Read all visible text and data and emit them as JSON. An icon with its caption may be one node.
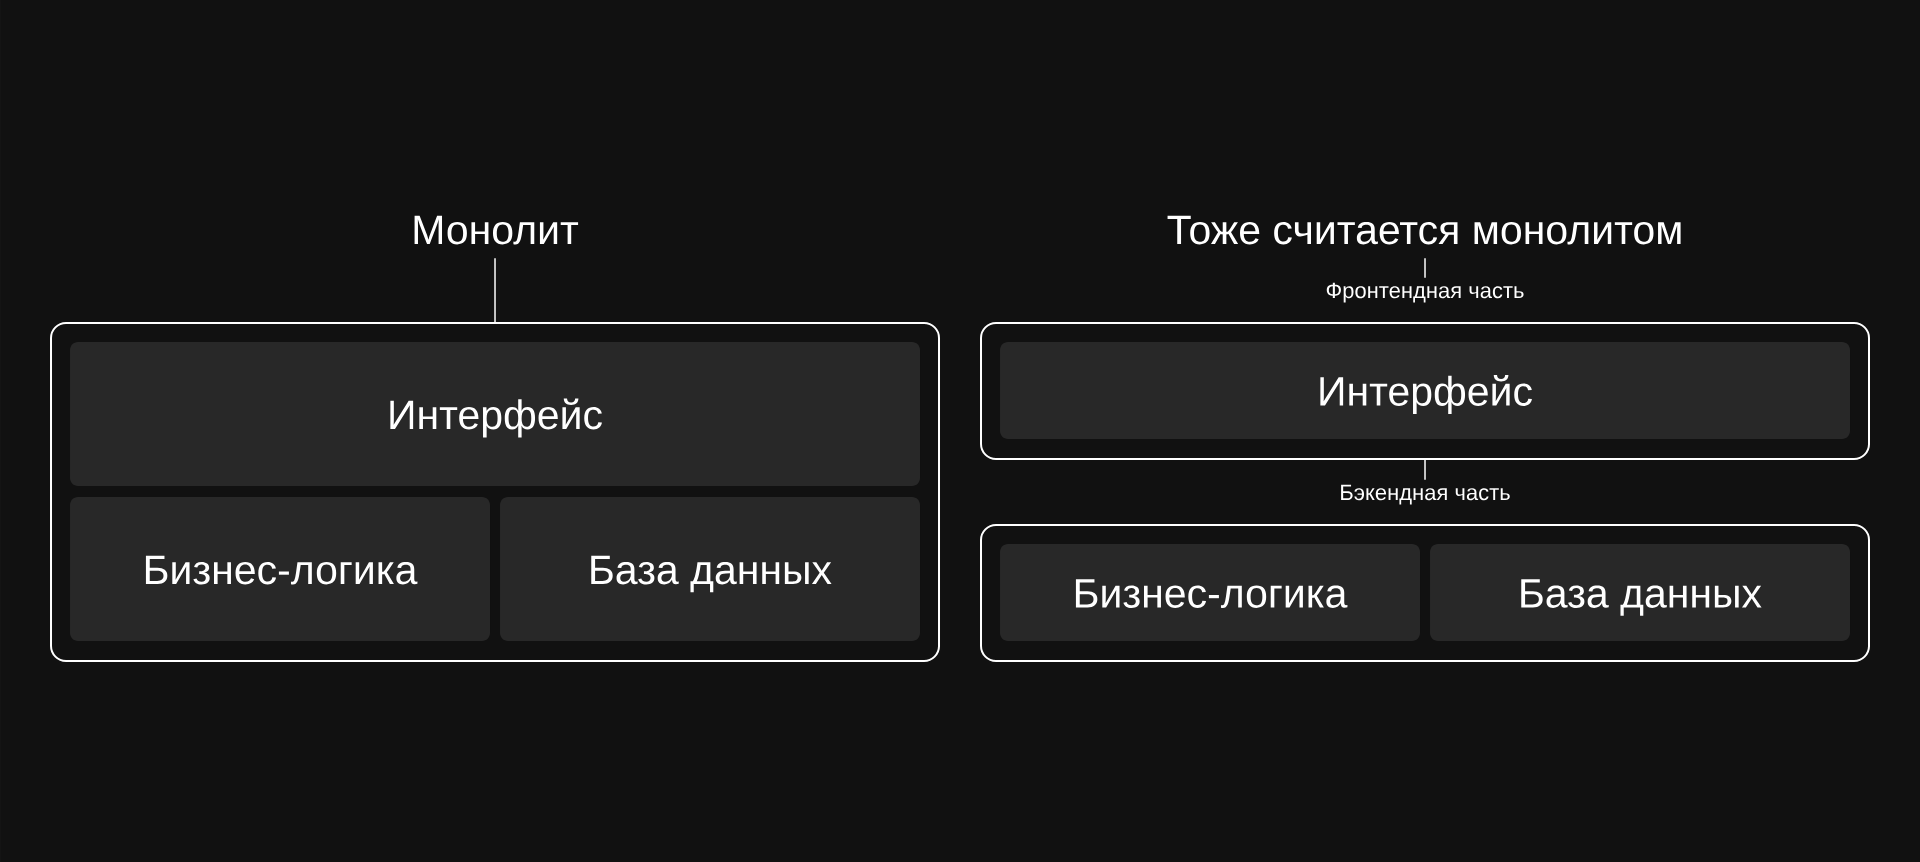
{
  "diagram": {
    "nodes": [
      {
        "text": [
          "Монолит"
        ]
      },
      {
        "text": [],
        "shape": "box"
      },
      {
        "text": [
          "Интерфейс"
        ],
        "in": 1
      },
      {
        "text": [
          "Бизнес-логика"
        ],
        "in": 1
      },
      {
        "text": [
          "База данных"
        ],
        "in": 1
      },
      {
        "text": [
          "Тоже считается монолитом"
        ]
      },
      {
        "text": [
          "Фронтендная часть"
        ]
      },
      {
        "text": [
          "Интерфейс"
        ],
        "in": 6
      },
      {
        "text": [
          "Бэкендная часть"
        ]
      },
      {
        "text": [
          "Бизнес-логика"
        ],
        "in": 8
      },
      {
        "text": [
          "База данных"
        ],
        "in": 8
      }
    ],
    "edges": [
      {
        "from": 0,
        "to": 1,
        "arrow": "none"
      },
      {
        "from": 5,
        "to": 6,
        "arrow": "none"
      },
      {
        "from": 6,
        "to": 8,
        "arrow": "none"
      }
    ]
  }
}
